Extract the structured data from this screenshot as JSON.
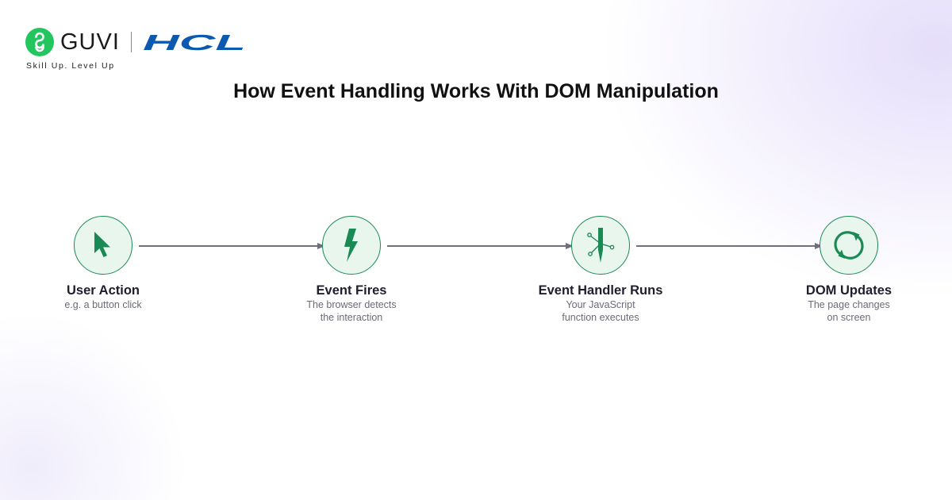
{
  "brand": {
    "guvi_name": "GUVI",
    "partner_name": "HCL",
    "tagline": "Skill Up. Level Up",
    "guvi_color": "#22c55e",
    "partner_color": "#0b5ab0"
  },
  "title": "How Event Handling Works With DOM Manipulation",
  "steps": [
    {
      "title": "User Action",
      "desc_line1": "e.g. a button click",
      "desc_line2": "",
      "icon": "cursor-icon"
    },
    {
      "title": "Event Fires",
      "desc_line1": "The browser detects",
      "desc_line2": "the interaction",
      "icon": "lightning-icon"
    },
    {
      "title": "Event Handler Runs",
      "desc_line1": "Your JavaScript",
      "desc_line2": "function executes",
      "icon": "handler-pen-icon"
    },
    {
      "title": "DOM Updates",
      "desc_line1": "The page changes",
      "desc_line2": "on screen",
      "icon": "refresh-icon"
    }
  ],
  "colors": {
    "node_border": "#1a8a54",
    "node_fill": "#e8f6ee",
    "icon": "#1a8a54",
    "connector": "#6f6f7d"
  }
}
